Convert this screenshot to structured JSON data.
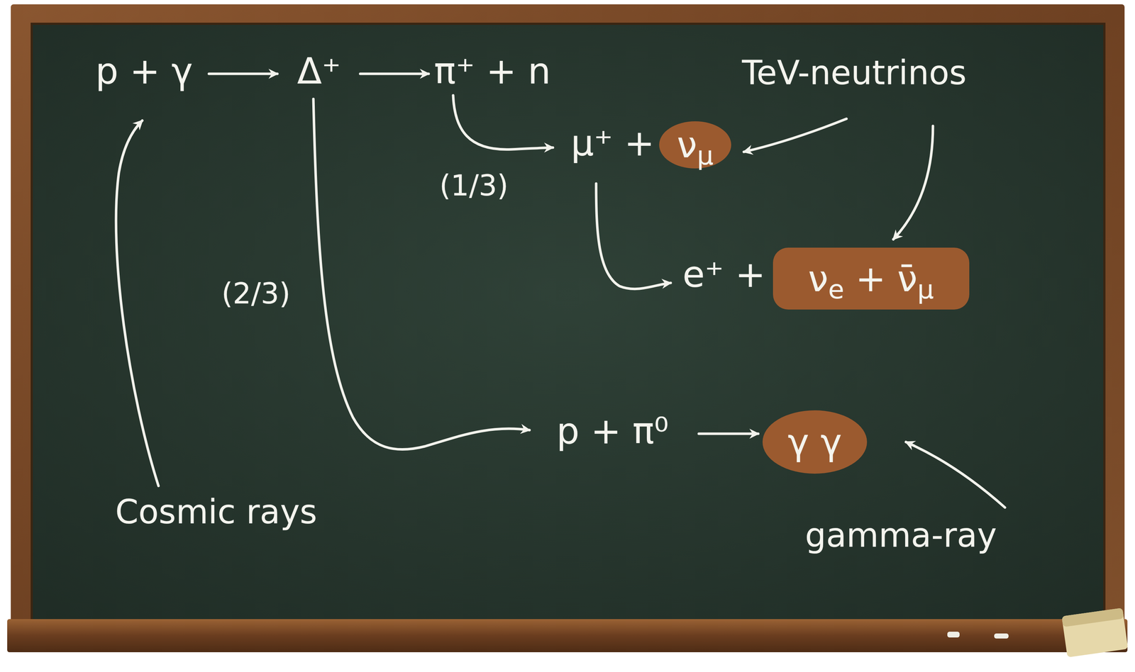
{
  "diagram": {
    "nodes": [
      {
        "text": [
          "νμ"
        ]
      },
      {
        "text": [
          "νe + ν̄μ"
        ]
      },
      {
        "text": [
          "γ γ"
        ]
      }
    ],
    "labels": [
      "p + γ",
      "Δ⁺",
      "π⁺ + n",
      "TeV-neutrinos",
      "μ⁺ +",
      "(1/3)",
      "e⁺ +",
      "(2/3)",
      "p + π⁰",
      "Cosmic rays",
      "gamma-ray"
    ]
  }
}
